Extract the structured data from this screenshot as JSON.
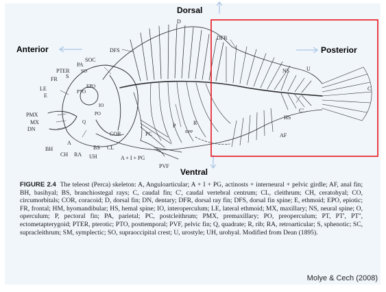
{
  "orientation": {
    "dorsal": "Dorsal",
    "ventral": "Ventral",
    "anterior": "Anterior",
    "posterior": "Posterior"
  },
  "figure": {
    "label": "FIGURE 2.4",
    "caption": "The teleost (Perca) skeleton: A, Anguloarticular; A + I + PG, actinosts + interneural + pelvic girdle; AF, anal fin; BH, basihyal; BS, branchiostegal rays; C, caudal fin; C', caudal vertebral centrum; CL, cleithrum; CH, ceratohyal; CO, circumorbitals; COR, coracoid; D, dorsal fin; DN, dentary; DFR, dorsal ray fin; DFS, dorsal fin spine; E, ethmoid; EPO, epiotic; FR, frontal; HM, hyomandibular; HS, hemal spine; IO, interoperculum; LE, lateral ethmoid; MX, maxillary; NS, neural spine; O, operculum; P, pectoral fin; PA, parietal; PC, postcleithrum; PMX, premaxillary; PO, preoperculum; PT, PT', PT'', ectometapterygoid; PTER, pterotic; PTO, posttemporal; PVF, pelvic fin; Q, quadrate; R, rib; RA, retroarticular; S, sphenotic; SC, supracleithrum; SM, symplectic; SO, supraoccipital crest; U, urostyle; UH, urohyal. Modified from Dean (1895)."
  },
  "diagram_labels": [
    "D",
    "DFS",
    "DFR",
    "NS",
    "U",
    "C",
    "C'",
    "HS",
    "AF",
    "SOC",
    "PA",
    "PTER",
    "FR",
    "S",
    "LE",
    "E",
    "PMX",
    "MX",
    "DN",
    "A",
    "BH",
    "CH",
    "RA",
    "UH",
    "BS",
    "CL",
    "COR",
    "PC",
    "P",
    "R",
    "EPP",
    "A + I + PG",
    "PVF",
    "SO",
    "EPO",
    "PTO",
    "IO",
    "PO",
    "Q"
  ],
  "credit": "Molye & Cech (2008)",
  "colors": {
    "panel": "#f1f6fb",
    "arrow": "#a9c5e3",
    "highlight": "#e8141b",
    "bone": "#2a2a2a"
  }
}
